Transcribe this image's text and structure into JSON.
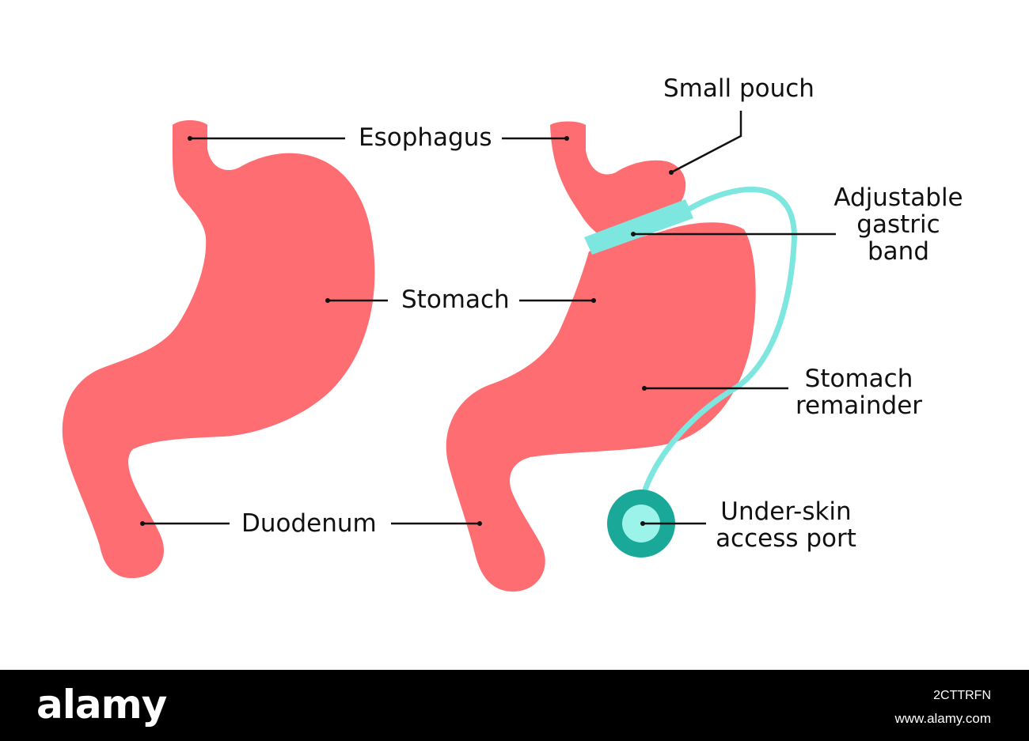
{
  "colors": {
    "stomach": "#fd6d72",
    "band": "#7de7df",
    "port_outer": "#1aa899",
    "port_inner": "#9bf3ea",
    "leader": "#111111",
    "footer": "#000000"
  },
  "labels": {
    "esophagus": "Esophagus",
    "stomach": "Stomach",
    "duodenum": "Duodenum",
    "small_pouch": "Small pouch",
    "band_line1": "Adjustable",
    "band_line2": "gastric",
    "band_line3": "band",
    "remainder_line1": "Stomach",
    "remainder_line2": "remainder",
    "port_line1": "Under-skin",
    "port_line2": "access port"
  },
  "watermark": {
    "brand": "alamy",
    "image_id": "2CTTRFN",
    "site": "www.alamy.com"
  }
}
